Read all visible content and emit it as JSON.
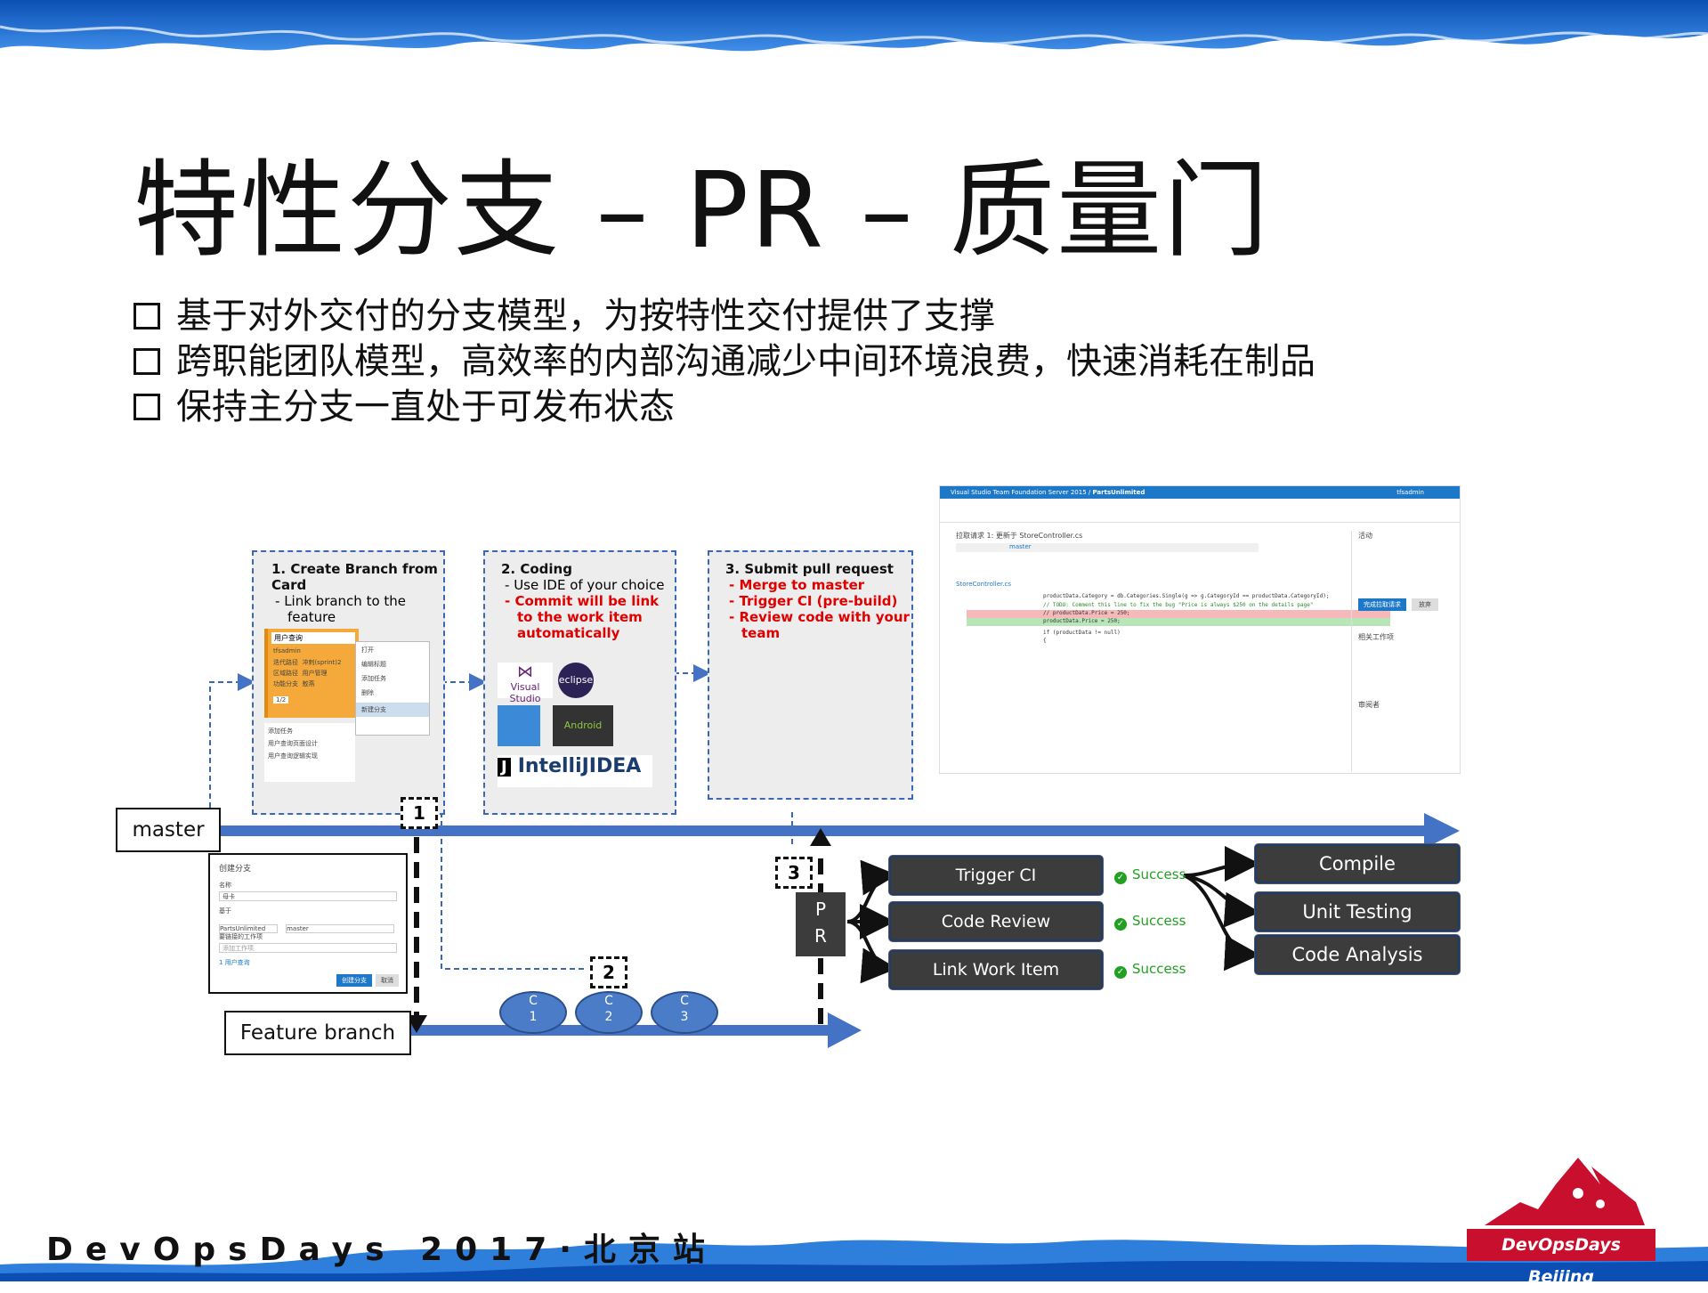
{
  "title": "特性分支 – PR – 质量门",
  "bullets": [
    "基于对外交付的分支模型，为按特性交付提供了支撑",
    "跨职能团队模型，高效率的内部沟通减少中间环境浪费，快速消耗在制品",
    "保持主分支一直处于可发布状态"
  ],
  "step1": {
    "title": "1. Create Branch from Card",
    "items": [
      "Link branch to the feature"
    ],
    "card_menu": {
      "card_title": "用户查询",
      "user": "tfsadmin",
      "fields": [
        [
          "迭代路径",
          "冲刺(sprint)2"
        ],
        [
          "区域路径",
          "用户管理"
        ],
        [
          "功能分支",
          "敖燕"
        ]
      ],
      "counter": "1/2",
      "menu": [
        "打开",
        "编辑标题",
        "添加任务",
        "删除",
        "新建分支"
      ],
      "tasks_header": "添加任务",
      "tasks": [
        "用户查询页面设计",
        "用户查询逻辑实现"
      ]
    }
  },
  "step2": {
    "title": "2. Coding",
    "items": [
      "Use IDE of your choice"
    ],
    "red_items": [
      "Commit will be link to the work item automatically"
    ],
    "logos": [
      "Visual Studio",
      "eclipse",
      "Android Studio",
      "IntelliJIDEA"
    ]
  },
  "step3": {
    "title": "3. Submit pull request",
    "red_items": [
      "Merge to master",
      "Trigger CI (pre-build)",
      "Review code with your team"
    ]
  },
  "branches": {
    "master": "master",
    "feature": "Feature branch"
  },
  "numbers": [
    "1",
    "2",
    "3"
  ],
  "commits": [
    [
      "C",
      "1"
    ],
    [
      "C",
      "2"
    ],
    [
      "C",
      "3"
    ]
  ],
  "pr": [
    "P",
    "R"
  ],
  "pr_actions": [
    "Trigger CI",
    "Code Review",
    "Link Work Item"
  ],
  "success_label": "Success",
  "ci_steps": [
    "Compile",
    "Unit Testing",
    "Code Analysis"
  ],
  "create_branch_dialog": {
    "title": "创建分支",
    "name_label": "名称",
    "name_value": "母卡",
    "based_label": "基于",
    "repo": "PartsUnlimited",
    "branch": "master",
    "workitem_label": "要链接的工作项",
    "workitem_placeholder": "添加工作项",
    "item": "1 用户查询",
    "ok": "创建分支",
    "cancel": "取消"
  },
  "tfs": {
    "header": "Visual Studio Team Foundation Server 2015",
    "project": "PartsUnlimited",
    "user": "tfsadmin",
    "pr_title": "拉取请求 1: 更新于 StoreController.cs",
    "file": "StoreController.cs",
    "branch": "master",
    "code": [
      "productData.Category = db.Categories.Single(g => g.CategoryId == productData.CategoryId);",
      "// TODO: Comment this line to fix the bug \"Price is always $250 on the details page\"",
      "// productData.Price = 250;",
      "productData.Price = 250;",
      "if (productData != null)",
      "{"
    ],
    "activity": "活动",
    "complete": "完成拉取请求",
    "abandon": "放弃",
    "related": "相关工作项",
    "reviewers": "审阅者"
  },
  "footer": {
    "left": "DevOpsDays 2017·北京站",
    "logo": "DevOpsDays Beijing"
  },
  "colors": {
    "accent": "#3a68b6",
    "arrow": "#4472c4",
    "success": "#22a022",
    "tfs_bar": "#1e78c8",
    "footer_red": "#c8102e"
  }
}
